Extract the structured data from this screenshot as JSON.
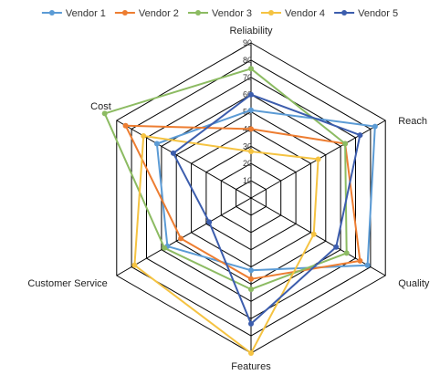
{
  "chart_data": {
    "type": "radar",
    "axes": [
      "Reliability",
      "Reach",
      "Quality",
      "Features",
      "Customer Service",
      "Cost"
    ],
    "ticks": [
      10,
      20,
      30,
      40,
      50,
      60,
      70,
      80,
      90
    ],
    "range": [
      0,
      90
    ],
    "grid": true,
    "legend_position": "top",
    "series": [
      {
        "name": "Vendor 1",
        "color": "#5B9BD5",
        "values": [
          51,
          83,
          78,
          42,
          56,
          63
        ]
      },
      {
        "name": "Vendor 2",
        "color": "#ED7D31",
        "values": [
          40,
          63,
          73,
          47,
          47,
          84
        ]
      },
      {
        "name": "Vendor 3",
        "color": "#8CBB62",
        "values": [
          75,
          63,
          64,
          53,
          58,
          98
        ]
      },
      {
        "name": "Vendor 4",
        "color": "#F5C342",
        "values": [
          27,
          45,
          42,
          90,
          78,
          72
        ]
      },
      {
        "name": "Vendor 5",
        "color": "#3C5DAD",
        "values": [
          60,
          73,
          57,
          73,
          28,
          52
        ]
      }
    ]
  }
}
